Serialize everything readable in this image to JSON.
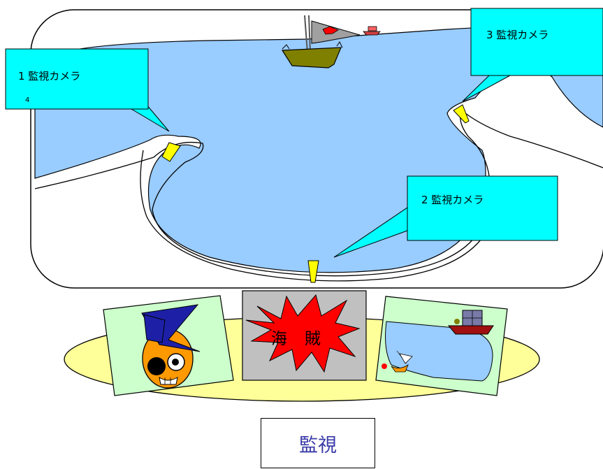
{
  "callouts": [
    {
      "id": "camera-1",
      "label": "1 監視カメラ",
      "fragment": "4"
    },
    {
      "id": "camera-2",
      "label": "2 監視カメラ"
    },
    {
      "id": "camera-3",
      "label": "3 監視カメラ"
    }
  ],
  "center_panel": {
    "text": "海　賊"
  },
  "monitor_button": {
    "label": "監視"
  },
  "colors": {
    "sea": "#99ccff",
    "callout": "#00ffff",
    "camera": "#ffff00",
    "platform": "#ffff99",
    "panel_left": "#ccffcc",
    "panel_center": "#c0c0c0",
    "burst": "#ff0000",
    "ship_hull": "#808000",
    "label_text": "#3a3aa8"
  },
  "icons": [
    "pirate-ship-icon",
    "small-boat-icon",
    "camera-icon",
    "pirate-face-icon",
    "cargo-ship-icon"
  ]
}
